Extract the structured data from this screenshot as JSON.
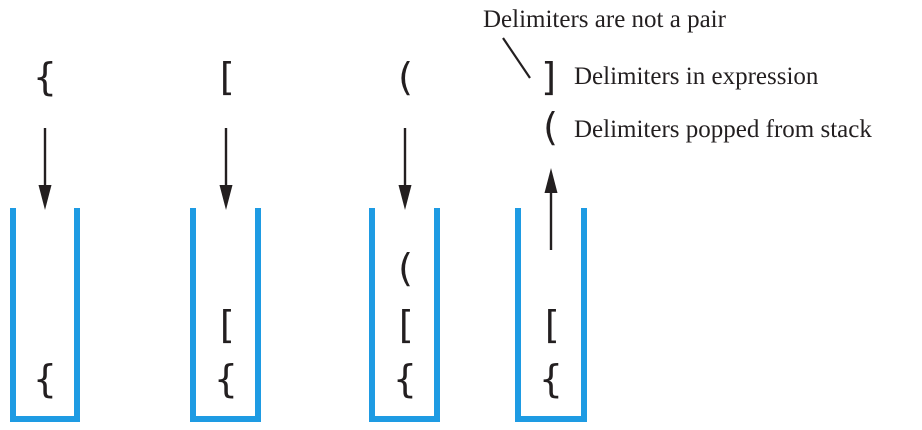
{
  "colors": {
    "stack": "#1e9be3",
    "ink": "#231f20"
  },
  "stacks": [
    {
      "incoming": "{",
      "arrow": "down",
      "contents": [
        "{"
      ]
    },
    {
      "incoming": "[",
      "arrow": "down",
      "contents": [
        "{",
        "["
      ]
    },
    {
      "incoming": "(",
      "arrow": "down",
      "contents": [
        "{",
        "[",
        "("
      ]
    },
    {
      "incoming": "",
      "arrow": "up",
      "contents": [
        "{",
        "["
      ]
    }
  ],
  "annotations": {
    "mismatch_label": "Delimiters are not a pair",
    "expression_symbol": "]",
    "expression_label": "Delimiters in expression",
    "popped_symbol": "(",
    "popped_label": "Delimiters popped from stack"
  }
}
